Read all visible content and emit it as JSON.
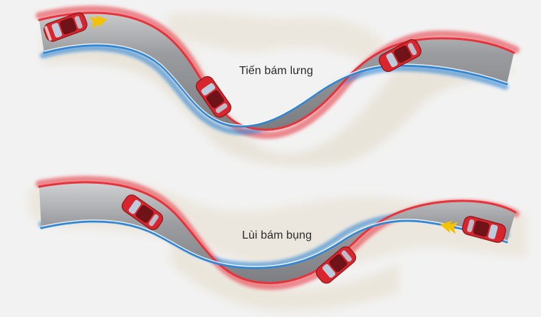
{
  "diagrams": [
    {
      "label": "Tiến bám lưng",
      "direction_arrow": "arrow-right",
      "cars": 3
    },
    {
      "label": "Lùi bám bụng",
      "direction_arrow": "arrow-left",
      "cars": 3
    }
  ],
  "colors": {
    "background": "#f2f2f2",
    "terrain": "#e9e4da",
    "road": "#8a8c8f",
    "road_highlight": "#c9cbcd",
    "outer_edge": "#e8323c",
    "inner_edge": "#2f86d6",
    "car_body": "#d7262d",
    "arrow": "#f5c200"
  }
}
